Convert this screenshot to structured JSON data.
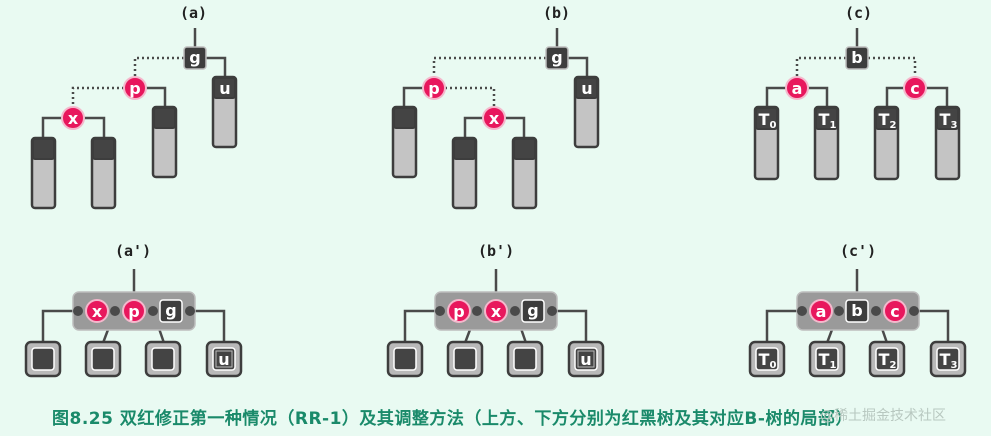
{
  "panels": {
    "a": {
      "label": "(a)",
      "g": "g",
      "p": "p",
      "x": "x",
      "u": "u"
    },
    "b": {
      "label": "(b)",
      "g": "g",
      "p": "p",
      "x": "x",
      "u": "u"
    },
    "c": {
      "label": "(c)",
      "b": "b",
      "a": "a",
      "c": "c",
      "t0": "T",
      "t1": "T",
      "t2": "T",
      "t3": "T",
      "s0": "0",
      "s1": "1",
      "s2": "2",
      "s3": "3"
    },
    "a2": {
      "label": "(a')",
      "k1": "x",
      "k2": "p",
      "k3": "g",
      "u": "u"
    },
    "b2": {
      "label": "(b')",
      "k1": "p",
      "k2": "x",
      "k3": "g",
      "u": "u"
    },
    "c2": {
      "label": "(c')",
      "k1": "a",
      "k2": "b",
      "k3": "c",
      "t0": "T",
      "t1": "T",
      "t2": "T",
      "t3": "T",
      "s0": "0",
      "s1": "1",
      "s2": "2",
      "s3": "3"
    }
  },
  "caption": "图8.25 双红修正第一种情况（RR-1）及其调整方法（上方、下方分别为红黑树及其对应B-树的局部）",
  "watermark": "@稀土掘金技术社区",
  "colors": {
    "red_node": "#e8175d",
    "black_node": "#3d3d3d",
    "caption": "#1a8a6a",
    "background": "#e9faf2"
  }
}
